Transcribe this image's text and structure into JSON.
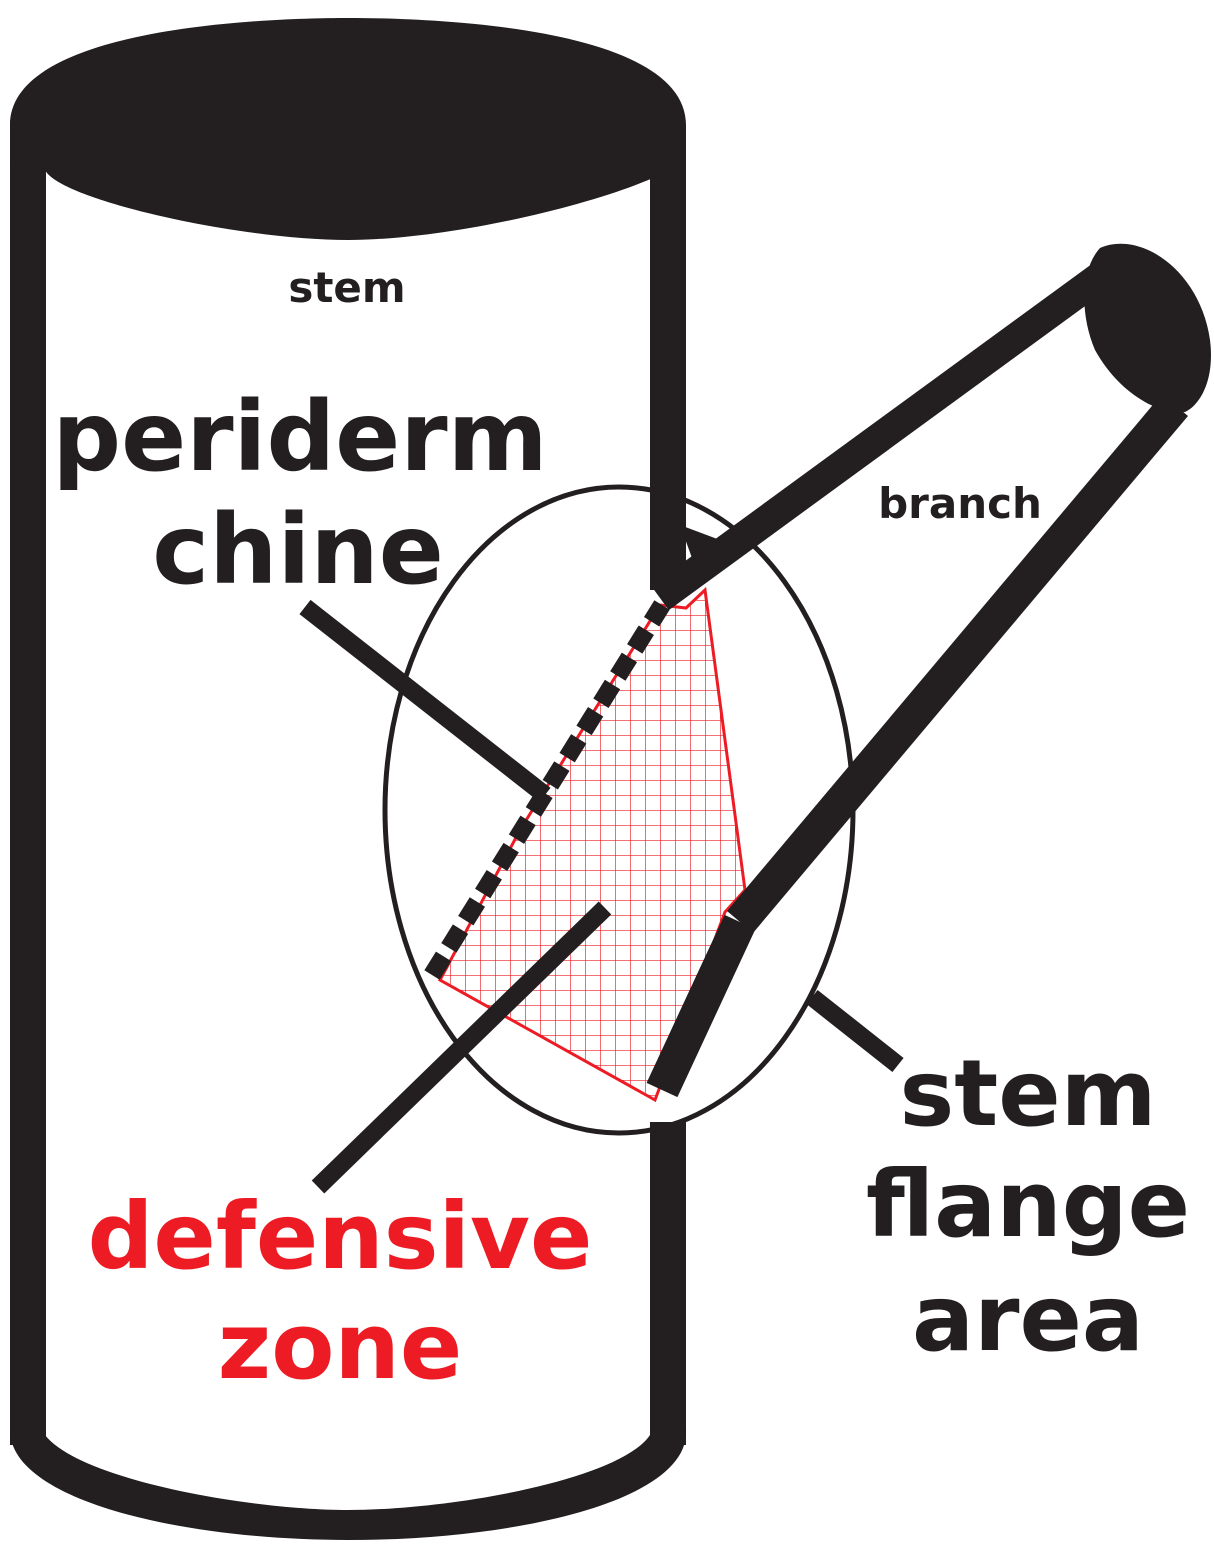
{
  "labels": {
    "stem": "stem",
    "branch": "branch",
    "periderm_line1": "periderm",
    "periderm_line2": "chine",
    "defensive_line1": "defensive",
    "defensive_line2": "zone",
    "flange_line1": "stem",
    "flange_line2": "flange",
    "flange_line3": "area"
  },
  "colors": {
    "outline": "#231f20",
    "defensive_zone": "#ed1c24",
    "background": "#ffffff"
  }
}
